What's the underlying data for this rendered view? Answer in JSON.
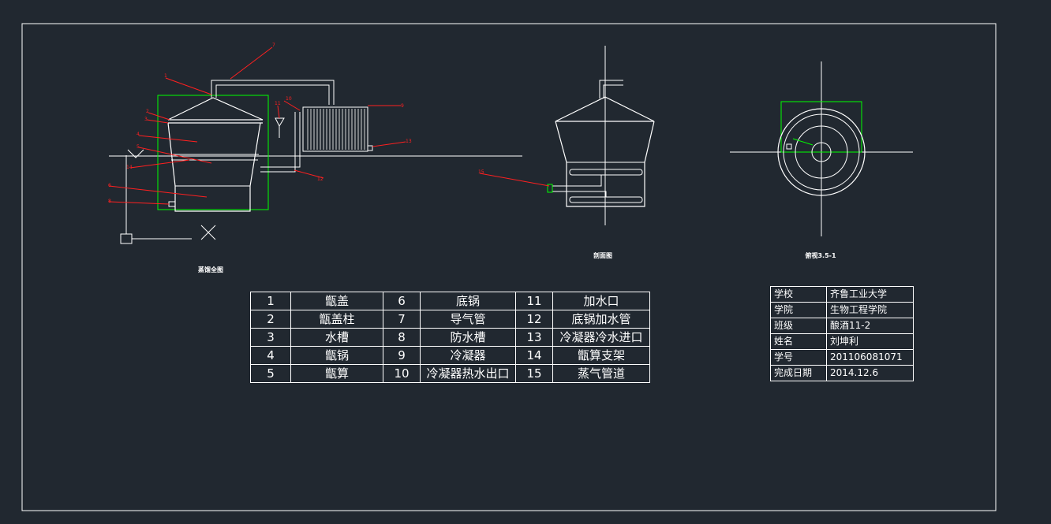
{
  "view_labels": {
    "main": "蒸馏全图",
    "section": "剖面图",
    "top": "俯视3.5-1"
  },
  "leader_numbers": [
    "1",
    "2",
    "3",
    "4",
    "5",
    "6",
    "7",
    "8",
    "9",
    "10",
    "11",
    "12",
    "13",
    "14",
    "15"
  ],
  "parts": [
    {
      "no": "1",
      "name": "甑盖"
    },
    {
      "no": "2",
      "name": "甑盖柱"
    },
    {
      "no": "3",
      "name": "水槽"
    },
    {
      "no": "4",
      "name": "甑锅"
    },
    {
      "no": "5",
      "name": "甑算"
    },
    {
      "no": "6",
      "name": "底锅"
    },
    {
      "no": "7",
      "name": "导气管"
    },
    {
      "no": "8",
      "name": "防水槽"
    },
    {
      "no": "9",
      "name": "冷凝器"
    },
    {
      "no": "10",
      "name": "冷凝器热水出口"
    },
    {
      "no": "11",
      "name": "加水口"
    },
    {
      "no": "12",
      "name": "底锅加水管"
    },
    {
      "no": "13",
      "name": "冷凝器冷水进口"
    },
    {
      "no": "14",
      "name": "甑算支架"
    },
    {
      "no": "15",
      "name": "蒸气管道"
    }
  ],
  "title_block": [
    {
      "key": "学校",
      "value": "齐鲁工业大学"
    },
    {
      "key": "学院",
      "value": "生物工程学院"
    },
    {
      "key": "班级",
      "value": "酿酒11-2"
    },
    {
      "key": "姓名",
      "value": "刘坤利"
    },
    {
      "key": "学号",
      "value": "201106081071"
    },
    {
      "key": "完成日期",
      "value": "2014.12.6"
    }
  ],
  "colors": {
    "background": "#212830",
    "line": "#ffffff",
    "leader": "#ff2020",
    "dimension": "#00ff00"
  }
}
